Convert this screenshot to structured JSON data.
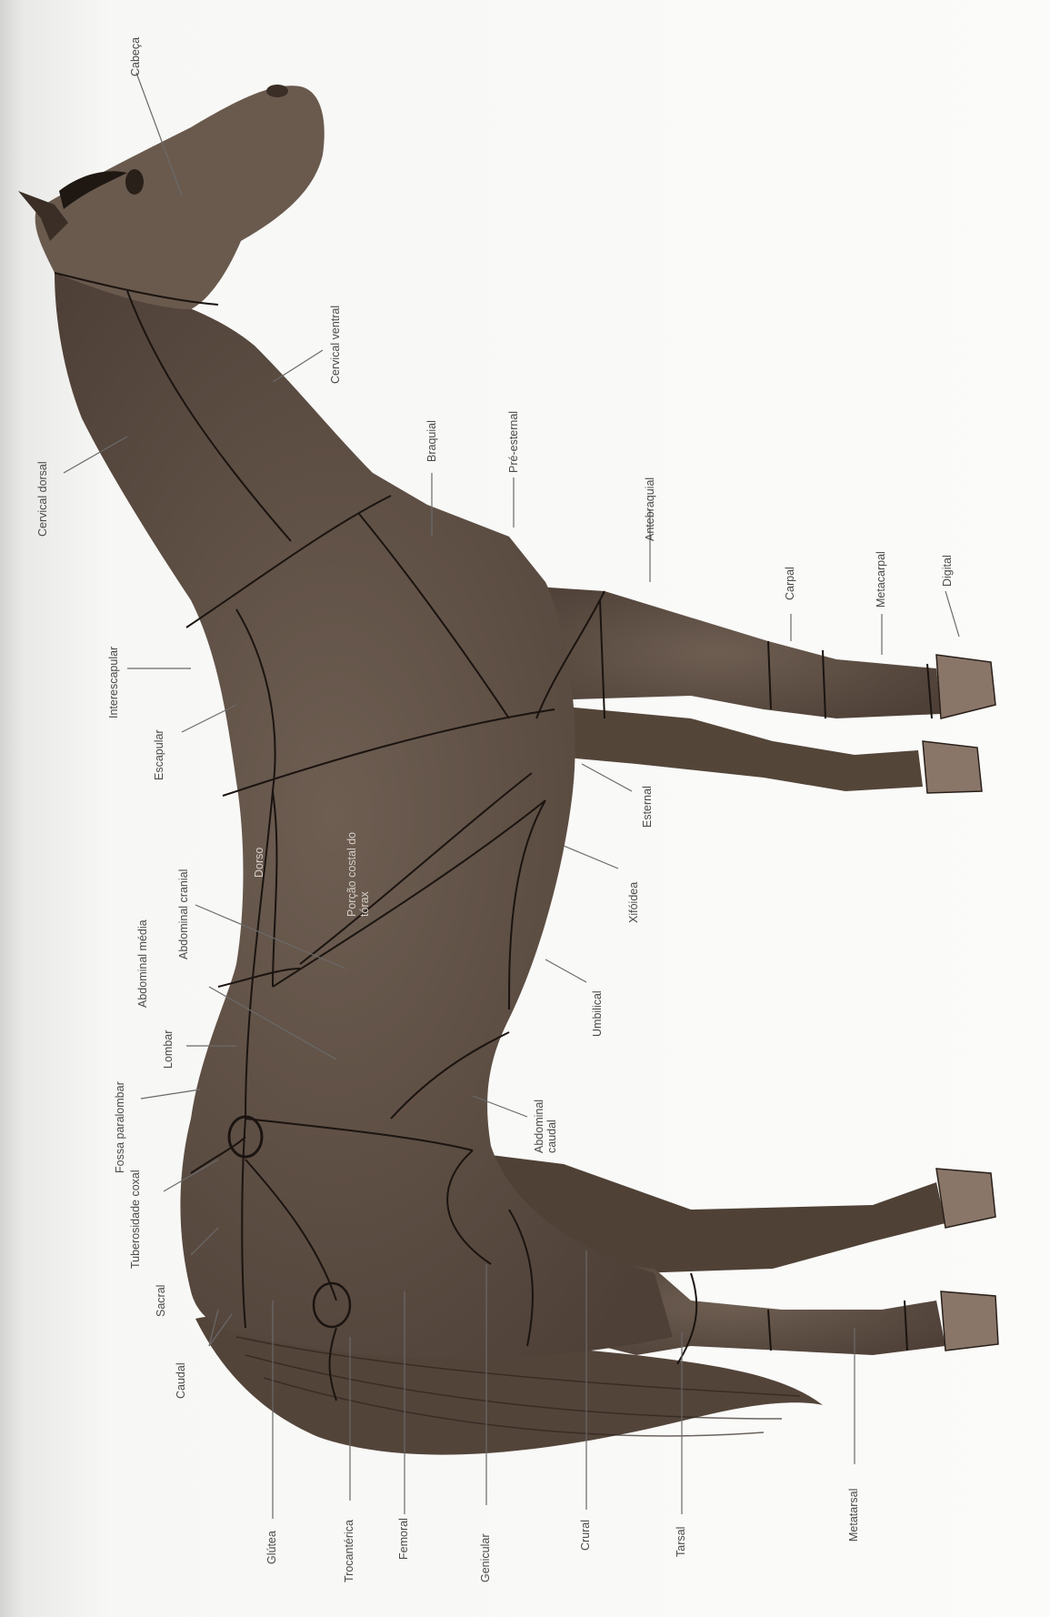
{
  "figure": {
    "body_color": "#5f5045",
    "line_color": "#1b1410",
    "leader_color": "#6a6a6a",
    "tail_color": "#4a3a2f",
    "hoof_color": "#8a7669"
  },
  "labels": {
    "cabeca": "Cabeça",
    "cervical_ventral": "Cervical ventral",
    "cervical_dorsal": "Cervical dorsal",
    "braquial": "Braquial",
    "pre_esternal": "Pré-esternal",
    "antebraquial": "Antebraquial",
    "carpal": "Carpal",
    "metacarpal": "Metacarpal",
    "digital": "Digital",
    "interescapular": "Interescapular",
    "escapular": "Escapular",
    "esternal": "Esternal",
    "dorso": "Dorso",
    "porcao_costal": "Porção costal do tórax",
    "xifoidea": "Xifóidea",
    "abdominal_cranial": "Abdominal cranial",
    "abdominal_media": "Abdominal média",
    "umbilical": "Umbilical",
    "lombar": "Lombar",
    "fossa_paralombar": "Fossa paralombar",
    "abdominal_caudal": "Abdominal caudal",
    "tuberosidade_coxal": "Tuberosidade coxal",
    "sacral": "Sacral",
    "caudal": "Caudal",
    "glutea": "Glútea",
    "trocanterica": "Trocantérica",
    "femoral": "Femoral",
    "genicular": "Genicular",
    "crural": "Crural",
    "tarsal": "Tarsal",
    "metatarsal": "Metatarsal"
  }
}
